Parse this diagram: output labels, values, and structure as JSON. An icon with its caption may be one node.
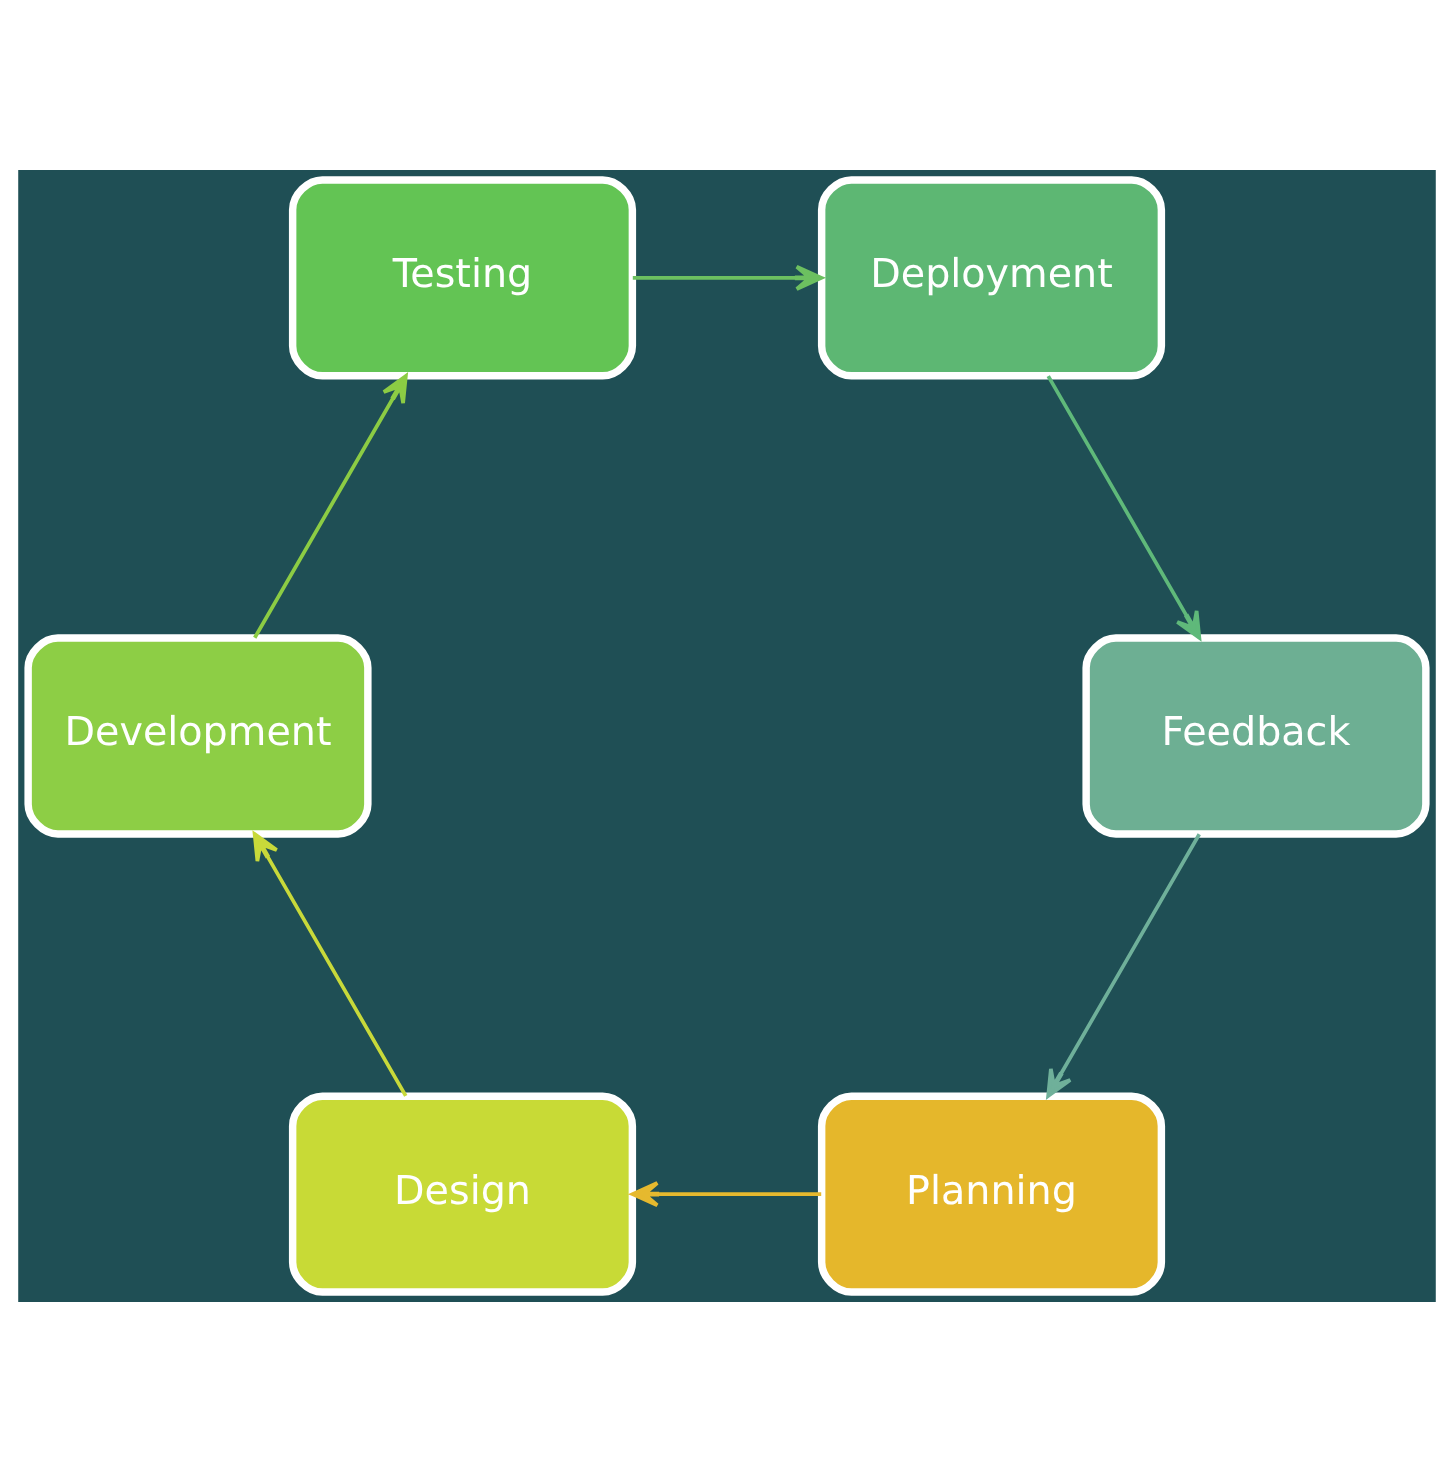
{
  "diagram": {
    "nodes": [
      {
        "text": [
          "Planning"
        ]
      },
      {
        "text": [
          "Design"
        ]
      },
      {
        "text": [
          "Development"
        ]
      },
      {
        "text": [
          "Testing"
        ]
      },
      {
        "text": [
          "Deployment"
        ]
      },
      {
        "text": [
          "Feedback"
        ]
      }
    ],
    "edges": [
      {
        "from": 0,
        "to": 1,
        "arrow": "to",
        "color": "#e6b92e"
      },
      {
        "from": 1,
        "to": 2,
        "arrow": "to",
        "color": "#c8d93a"
      },
      {
        "from": 2,
        "to": 3,
        "arrow": "to",
        "color": "#8ccc44"
      },
      {
        "from": 3,
        "to": 4,
        "arrow": "to",
        "color": "#6cc060"
      },
      {
        "from": 4,
        "to": 5,
        "arrow": "to",
        "color": "#5fb97a"
      },
      {
        "from": 5,
        "to": 0,
        "arrow": "to",
        "color": "#6fb09a"
      }
    ]
  }
}
